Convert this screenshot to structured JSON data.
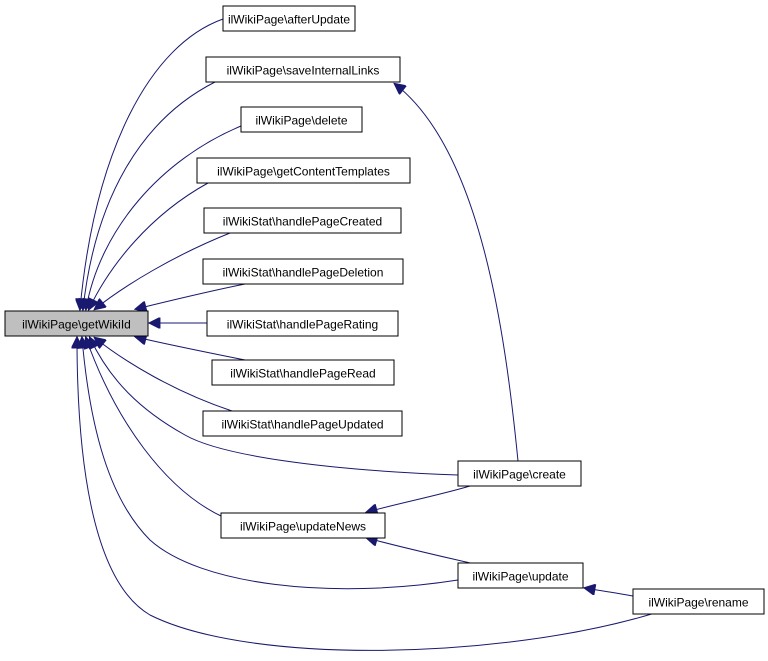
{
  "diagram": {
    "type": "call-graph",
    "focus_node": "ilWikiPage\\getWikiId",
    "edge_color": "#191970",
    "focus_fill": "#bfbfbf",
    "nodes": [
      {
        "id": "getWikiId",
        "label": "ilWikiPage\\getWikiId"
      },
      {
        "id": "afterUpdate",
        "label": "ilWikiPage\\afterUpdate"
      },
      {
        "id": "saveInternalLinks",
        "label": "ilWikiPage\\saveInternalLinks"
      },
      {
        "id": "delete",
        "label": "ilWikiPage\\delete"
      },
      {
        "id": "getContentTemplates",
        "label": "ilWikiPage\\getContentTemplates"
      },
      {
        "id": "handlePageCreated",
        "label": "ilWikiStat\\handlePageCreated"
      },
      {
        "id": "handlePageDeletion",
        "label": "ilWikiStat\\handlePageDeletion"
      },
      {
        "id": "handlePageRating",
        "label": "ilWikiStat\\handlePageRating"
      },
      {
        "id": "handlePageRead",
        "label": "ilWikiStat\\handlePageRead"
      },
      {
        "id": "handlePageUpdated",
        "label": "ilWikiStat\\handlePageUpdated"
      },
      {
        "id": "create",
        "label": "ilWikiPage\\create"
      },
      {
        "id": "updateNews",
        "label": "ilWikiPage\\updateNews"
      },
      {
        "id": "update",
        "label": "ilWikiPage\\update"
      },
      {
        "id": "rename",
        "label": "ilWikiPage\\rename"
      }
    ],
    "edges": [
      {
        "from": "afterUpdate",
        "to": "getWikiId"
      },
      {
        "from": "saveInternalLinks",
        "to": "getWikiId"
      },
      {
        "from": "delete",
        "to": "getWikiId"
      },
      {
        "from": "getContentTemplates",
        "to": "getWikiId"
      },
      {
        "from": "handlePageCreated",
        "to": "getWikiId"
      },
      {
        "from": "handlePageDeletion",
        "to": "getWikiId"
      },
      {
        "from": "handlePageRating",
        "to": "getWikiId"
      },
      {
        "from": "handlePageRead",
        "to": "getWikiId"
      },
      {
        "from": "handlePageUpdated",
        "to": "getWikiId"
      },
      {
        "from": "create",
        "to": "getWikiId"
      },
      {
        "from": "updateNews",
        "to": "getWikiId"
      },
      {
        "from": "update",
        "to": "getWikiId"
      },
      {
        "from": "rename",
        "to": "getWikiId"
      },
      {
        "from": "create",
        "to": "saveInternalLinks"
      },
      {
        "from": "create",
        "to": "updateNews"
      },
      {
        "from": "update",
        "to": "updateNews"
      },
      {
        "from": "rename",
        "to": "update"
      }
    ]
  }
}
